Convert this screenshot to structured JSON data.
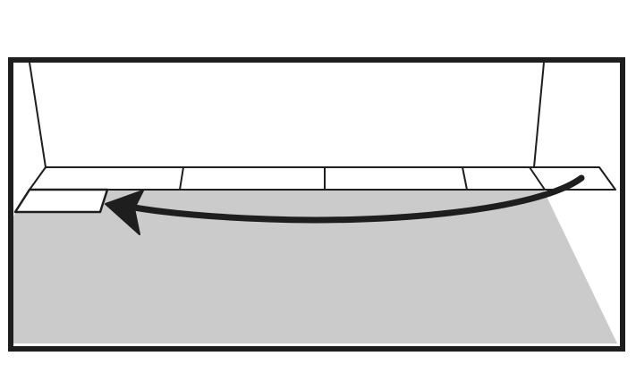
{
  "diagram": {
    "subject": "flooring-installation-step",
    "elements": [
      "room-frame",
      "back-wall",
      "floor-area",
      "installed-plank-row",
      "moved-plank",
      "direction-arrow"
    ],
    "colors": {
      "stroke": "#1e1e1e",
      "floor": "#cbcbcb",
      "plank": "#ffffff",
      "background": "#ffffff"
    },
    "arrow_direction": "right-to-left"
  }
}
